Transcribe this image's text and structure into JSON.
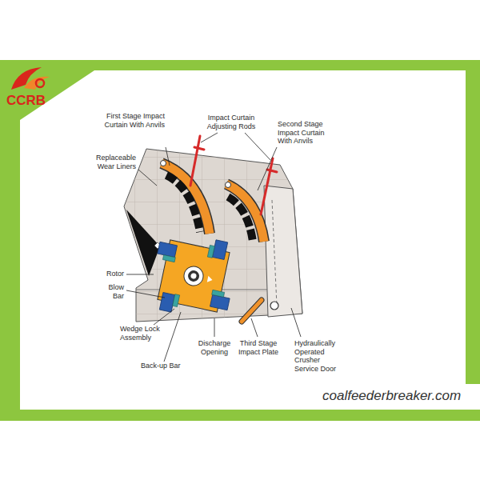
{
  "diagram": {
    "labels": [
      "First Stage Impact Curtain With Anvils",
      "Impact Curtain Adjusting Rods",
      "Second Stage Impact Curtain With Anvils",
      "Replaceable Wear Liners",
      "Rotor",
      "Blow Bar",
      "Wedge Lock Assembly",
      "Back-up Bar",
      "Discharge Opening",
      "Third Stage Impact Plate",
      "Hydraulically Operated Crusher Service Door",
      "CCRB",
      "coalfeederbreaker.com"
    ]
  }
}
